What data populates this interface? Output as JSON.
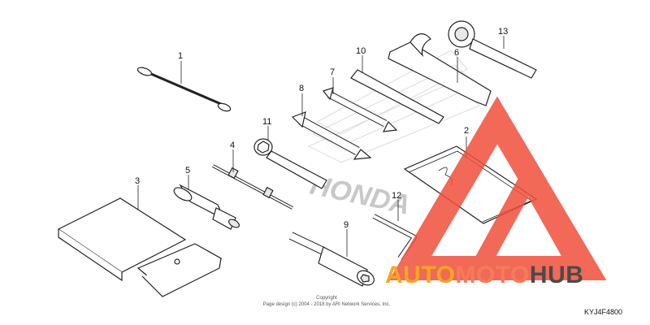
{
  "diagram": {
    "part_callouts": [
      "1",
      "2",
      "3",
      "4",
      "5",
      "6",
      "7",
      "8",
      "9",
      "10",
      "11",
      "12",
      "13"
    ],
    "copyright_line1": "Copyright",
    "copyright_line2": "Page design (c) 2004 - 2018 by ARI Network Services, Inc.",
    "diagram_code": "KYJ4F4800",
    "watermark_brand": "HONDA"
  },
  "logo": {
    "word_part1": "AUTO",
    "word_part2": "MOTO",
    "word_part3": "HUB",
    "colors": {
      "triangle": "#f0503c",
      "auto": "#f5a623",
      "moto": "#f47b5a",
      "hub": "#4a4a4a"
    }
  }
}
